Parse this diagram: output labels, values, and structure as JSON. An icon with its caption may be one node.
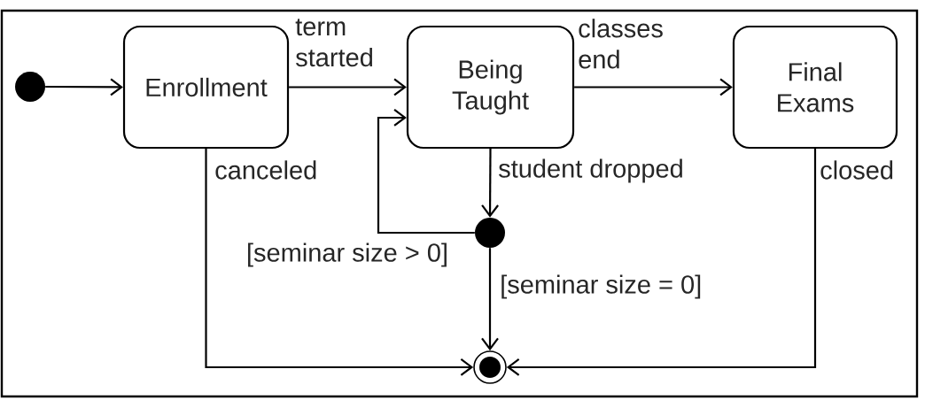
{
  "diagram": {
    "nodes": [
      {
        "text": [],
        "shape": "circle"
      },
      {
        "text": [
          "Enrollment"
        ]
      },
      {
        "text": [
          "Being Taught"
        ]
      },
      {
        "text": [
          "Final Exams"
        ]
      },
      {
        "text": [],
        "shape": "circle"
      },
      {
        "text": [],
        "shape": "circle"
      }
    ],
    "edges": [
      {
        "from": 0,
        "to": 1,
        "arrow": "to"
      },
      {
        "from": 1,
        "to": 2,
        "arrow": "to",
        "label": "term started"
      },
      {
        "from": 2,
        "to": 3,
        "arrow": "to",
        "label": "classes end"
      },
      {
        "from": 2,
        "to": 4,
        "arrow": "to",
        "label": "student dropped"
      },
      {
        "from": 4,
        "to": 2,
        "arrow": "to",
        "label": "[seminar size > 0]"
      },
      {
        "from": 4,
        "to": 5,
        "arrow": "to",
        "label": "[seminar size = 0]"
      },
      {
        "from": 1,
        "to": 5,
        "arrow": "to",
        "label": "canceled"
      },
      {
        "from": 3,
        "to": 5,
        "arrow": "to",
        "label": "closed"
      }
    ]
  }
}
